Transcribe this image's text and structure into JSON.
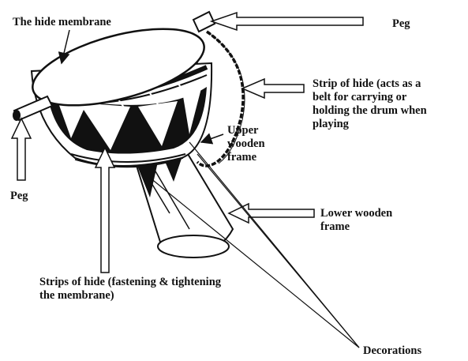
{
  "diagram": {
    "labels": {
      "hide_membrane": "The hide membrane",
      "peg_top": "Peg",
      "peg_left": "Peg",
      "strip_belt": [
        "Strip of hide (acts as a",
        "belt for carrying or",
        "holding the drum when",
        "playing"
      ],
      "upper_frame": [
        "Upper",
        "wooden",
        "frame"
      ],
      "lower_frame": [
        "Lower wooden",
        "frame"
      ],
      "strips_fastening": [
        "Strips of hide (fastening & tightening",
        "the membrane)"
      ],
      "decorations": "Decorations"
    },
    "colors": {
      "ink": "#111111",
      "background": "#ffffff"
    }
  }
}
